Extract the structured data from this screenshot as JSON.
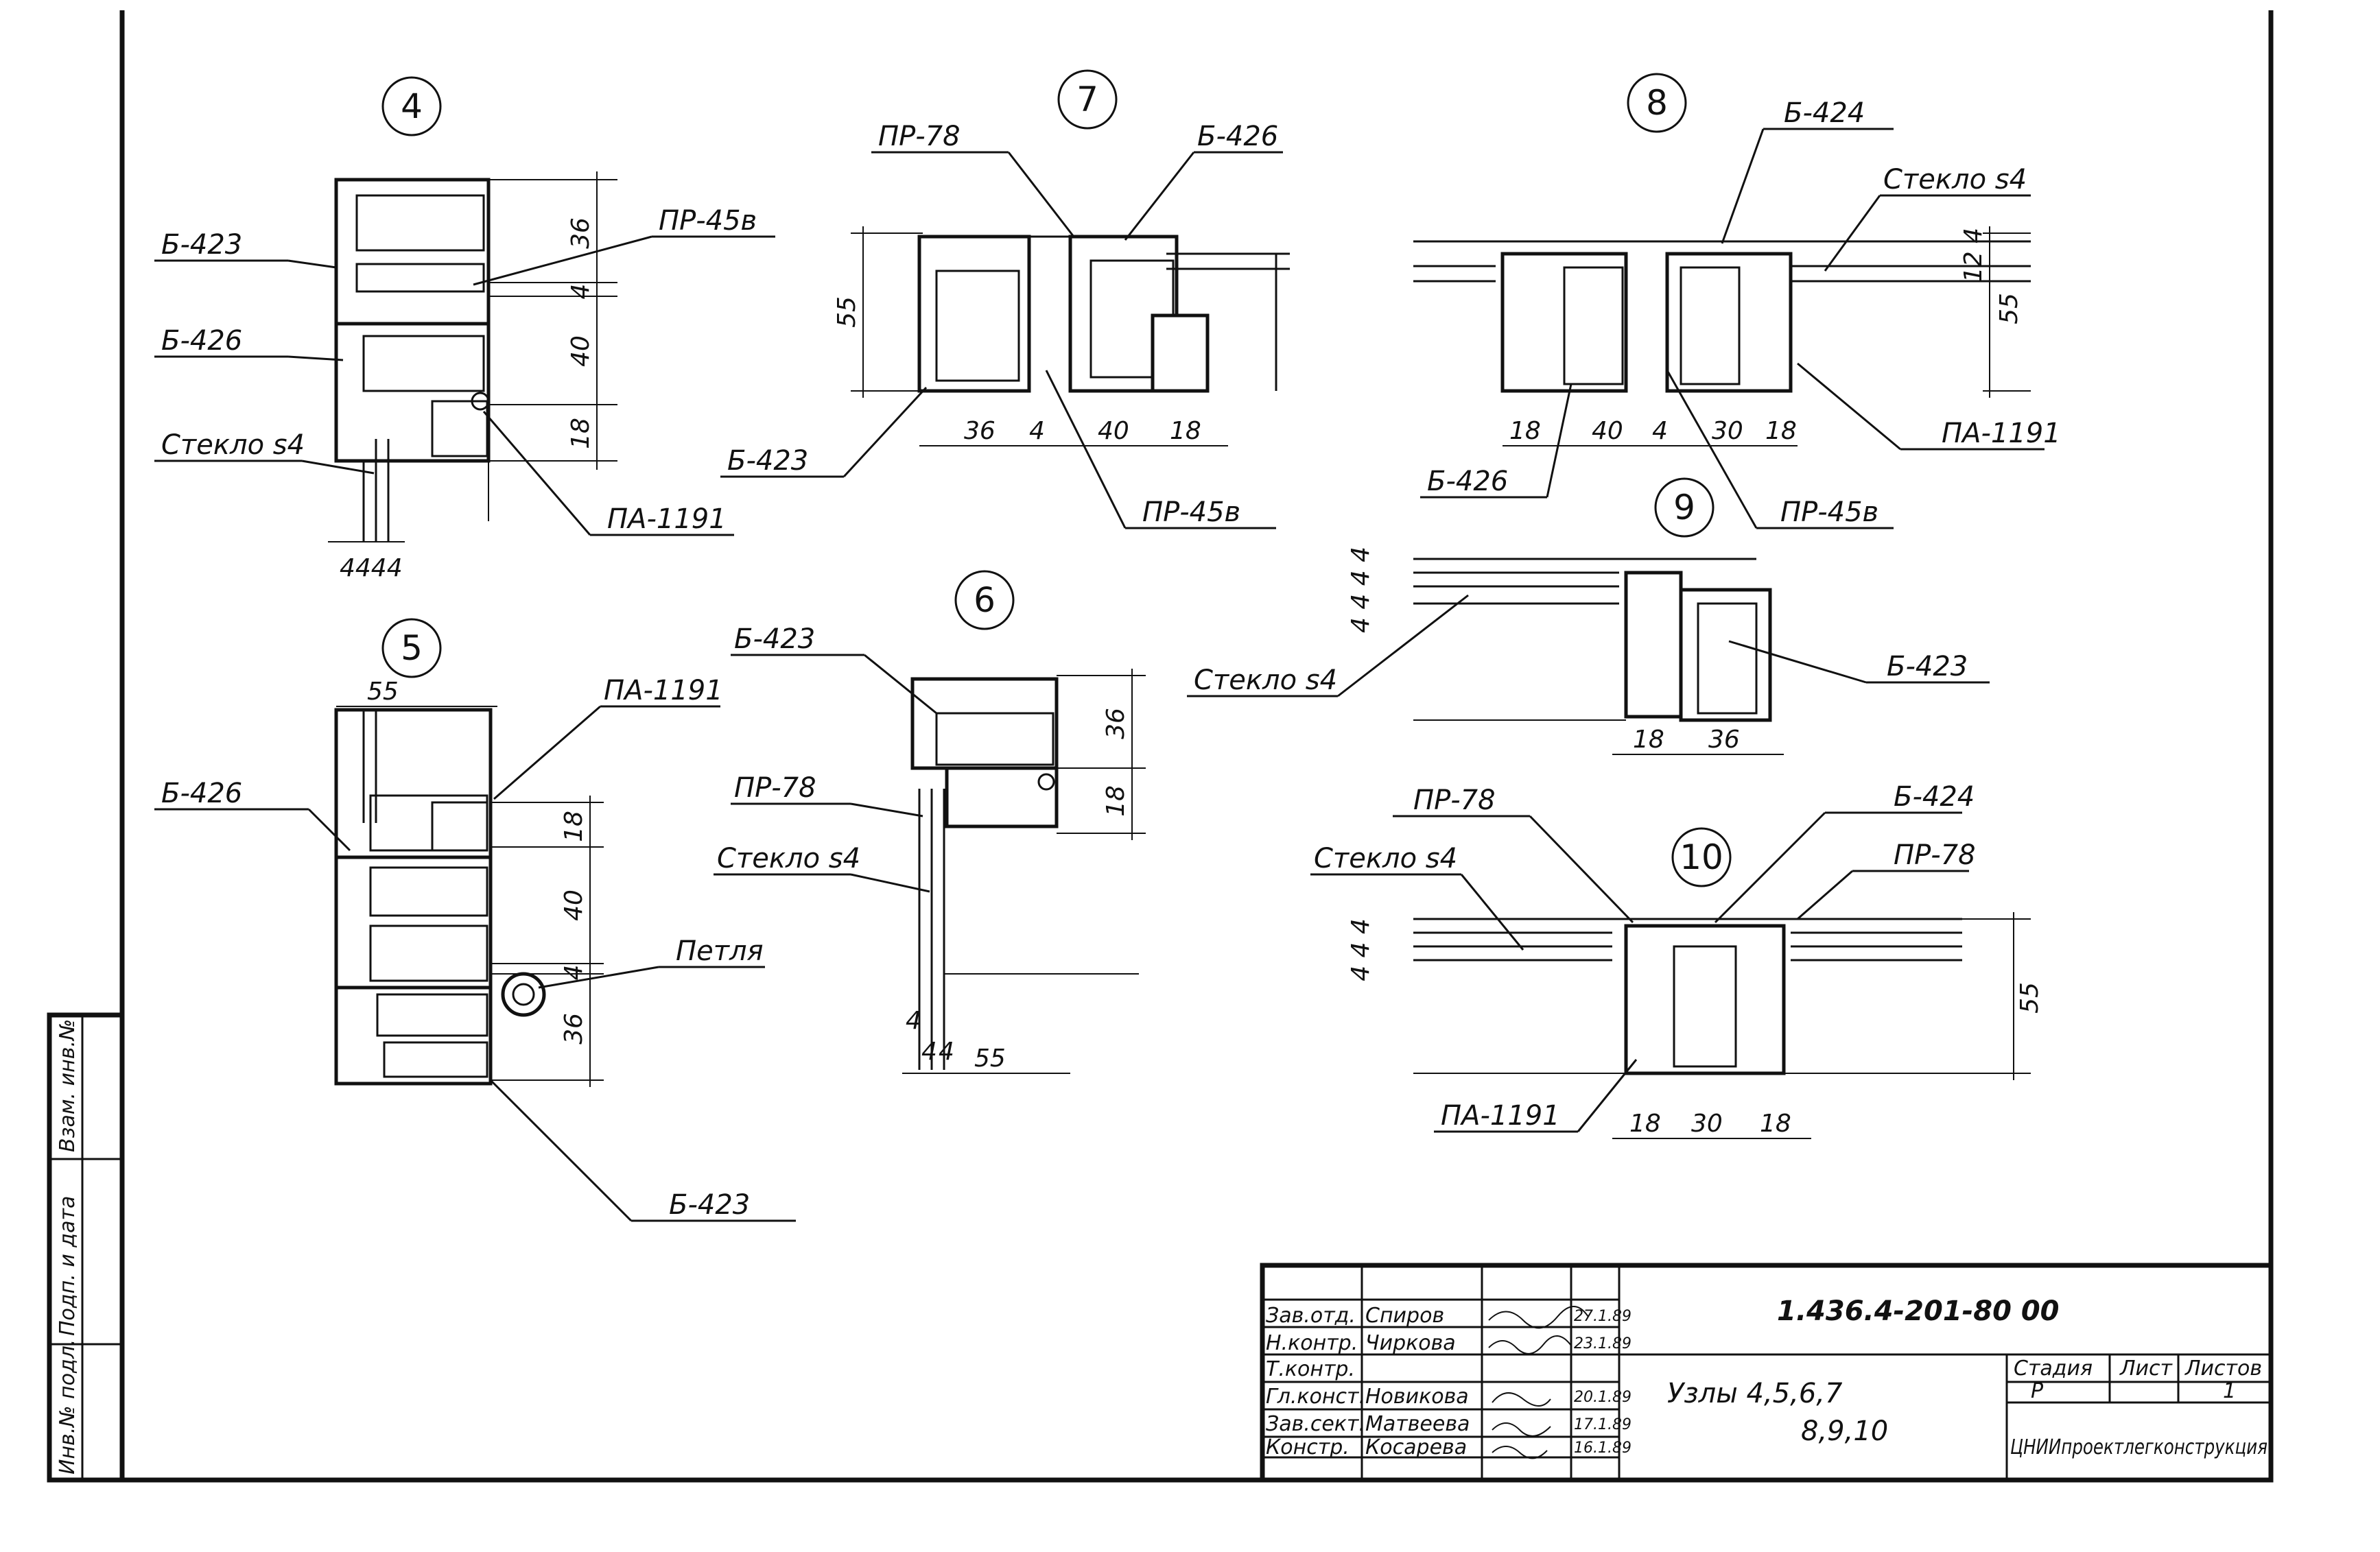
{
  "drawing": {
    "node_numbers": [
      "4",
      "5",
      "6",
      "7",
      "8",
      "9",
      "10"
    ],
    "n4": {
      "labels": [
        "Б-423",
        "Б-426",
        "Стекло s4",
        "ПР-45в",
        "ПА-1191"
      ],
      "dims": [
        "36",
        "4",
        "40",
        "18"
      ],
      "bottom_dim": "4444"
    },
    "n5": {
      "labels": [
        "ПА-1191",
        "Б-426",
        "Петля",
        "Б-423"
      ],
      "dims": [
        "55",
        "18",
        "40",
        "4",
        "36"
      ]
    },
    "n6": {
      "labels": [
        "Б-423",
        "ПР-78",
        "Стекло s4"
      ],
      "dims": [
        "36",
        "18",
        "4",
        "4",
        "4",
        "55"
      ]
    },
    "n7": {
      "labels": [
        "ПР-78",
        "Б-426",
        "Б-423",
        "ПР-45в"
      ],
      "dims": [
        "55",
        "36",
        "4",
        "40",
        "18"
      ]
    },
    "n8": {
      "labels": [
        "Б-424",
        "Стекло s4",
        "ПА-1191",
        "Б-426",
        "ПР-45в"
      ],
      "dims": [
        "18",
        "40",
        "4",
        "30",
        "18",
        "12 4",
        "55"
      ]
    },
    "n9": {
      "labels": [
        "Стекло s4",
        "Б-423"
      ],
      "dims": [
        "4 4 4 4",
        "18",
        "36"
      ]
    },
    "n10": {
      "labels": [
        "ПР-78",
        "Б-424",
        "ПР-78",
        "Стекло s4",
        "ПА-1191"
      ],
      "dims": [
        "4 4 4",
        "55",
        "18",
        "30",
        "18"
      ]
    }
  },
  "side_stamp": [
    "Инв.№ подл.",
    "Подп. и дата",
    "Взам. инв.№"
  ],
  "title_block": {
    "code": "1.436.4-201-80 00",
    "title_line1": "Узлы 4,5,6,7",
    "title_line2": "8,9,10",
    "org": "ЦНИИпроектлегконструкция",
    "headers": {
      "stage": "Стадия",
      "sheet": "Лист",
      "sheets": "Листов"
    },
    "values": {
      "stage": "Р",
      "sheet": "",
      "sheets": "1"
    },
    "rows": [
      {
        "role": "Зав.отд.",
        "name": "Спиров",
        "date": "27.1.89"
      },
      {
        "role": "Н.контр.",
        "name": "Чиркова",
        "date": "23.1.89"
      },
      {
        "role": "Т.контр.",
        "name": "",
        "date": ""
      },
      {
        "role": "Гл.конст.",
        "name": "Новикова",
        "date": "20.1.89"
      },
      {
        "role": "Зав.сект.",
        "name": "Матвеева",
        "date": "17.1.89"
      },
      {
        "role": "Констр.",
        "name": "Косарева",
        "date": "16.1.89"
      }
    ]
  }
}
